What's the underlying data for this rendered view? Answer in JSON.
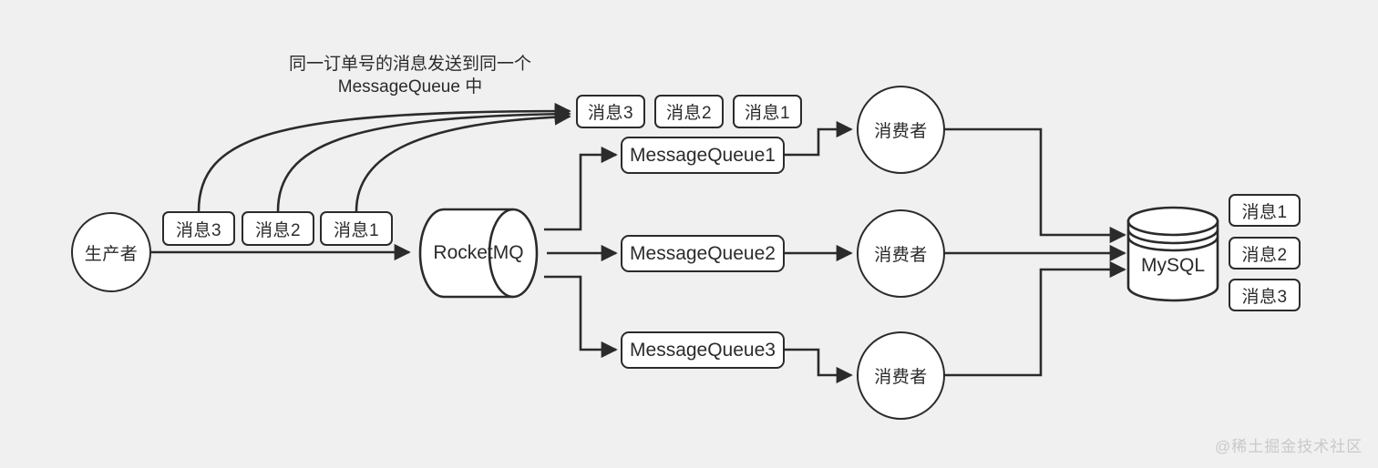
{
  "diagram": {
    "background_color": "#f0f0f0",
    "stroke_color": "#2b2b2b",
    "fill_color": "#ffffff",
    "annotation": "同一订单号的消息发送到同一个\nMessageQueue 中",
    "watermark": "@稀土掘金技术社区",
    "producer": {
      "label": "生产者"
    },
    "broker": {
      "label": "RocketMQ"
    },
    "database": {
      "label": "MySQL"
    },
    "producer_messages": [
      {
        "label": "消息3"
      },
      {
        "label": "消息2"
      },
      {
        "label": "消息1"
      }
    ],
    "queued_messages": [
      {
        "label": "消息3"
      },
      {
        "label": "消息2"
      },
      {
        "label": "消息1"
      }
    ],
    "message_queues": [
      {
        "label": "MessageQueue1"
      },
      {
        "label": "MessageQueue2"
      },
      {
        "label": "MessageQueue3"
      }
    ],
    "consumers": [
      {
        "label": "消费者"
      },
      {
        "label": "消费者"
      },
      {
        "label": "消费者"
      }
    ],
    "stored_messages": [
      {
        "label": "消息1"
      },
      {
        "label": "消息2"
      },
      {
        "label": "消息3"
      }
    ]
  }
}
